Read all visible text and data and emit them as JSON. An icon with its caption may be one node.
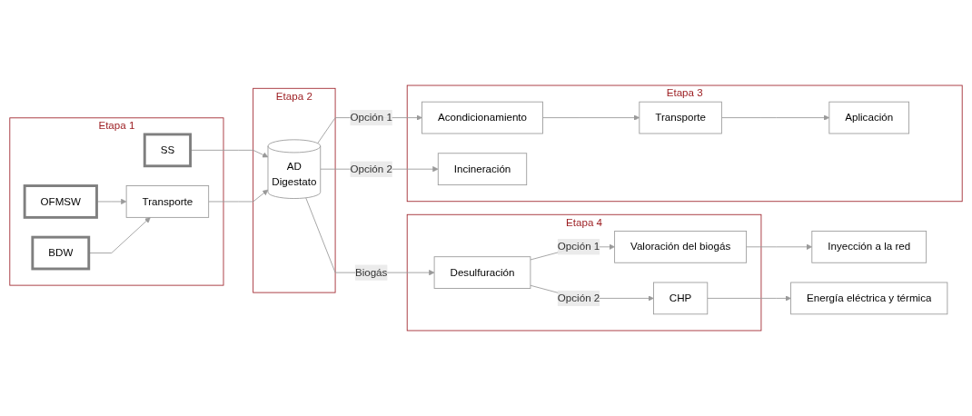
{
  "diagram": {
    "nodes": [
      {
        "text": [
          "Etapa 1"
        ]
      },
      {
        "text": [
          "SS"
        ],
        "in": 0
      },
      {
        "text": [
          "OFMSW"
        ],
        "in": 0
      },
      {
        "text": [
          "BDW"
        ],
        "in": 0
      },
      {
        "text": [
          "Transporte"
        ],
        "in": 0
      },
      {
        "text": [
          "Etapa 2"
        ]
      },
      {
        "text": [
          "AD",
          "Digestato"
        ],
        "in": 5
      },
      {
        "text": [
          "Etapa 4"
        ]
      },
      {
        "text": [
          "Desulfuración"
        ],
        "in": 7
      },
      {
        "text": [
          "Valoración del biogás"
        ],
        "in": 7
      },
      {
        "text": [
          "CHP"
        ],
        "in": 7
      },
      {
        "text": [
          "Inyección a la red"
        ]
      },
      {
        "text": [
          "Energía eléctrica y térmica"
        ]
      },
      {
        "text": [
          "Etapa 3"
        ]
      },
      {
        "text": [
          "Acondicionamiento"
        ],
        "in": 13
      },
      {
        "text": [
          "Transporte"
        ],
        "in": 13
      },
      {
        "text": [
          "Aplicación"
        ],
        "in": 13
      },
      {
        "text": [
          "Incineración"
        ],
        "in": 13
      }
    ],
    "edges": [
      {
        "from": 1,
        "to": 6,
        "arrow": "to"
      },
      {
        "from": 2,
        "to": 4,
        "arrow": "to"
      },
      {
        "from": 3,
        "to": 4,
        "arrow": "to"
      },
      {
        "from": 4,
        "to": 6,
        "arrow": "to"
      },
      {
        "from": 6,
        "to": 8,
        "arrow": "to",
        "label": "Biogás"
      },
      {
        "from": 8,
        "to": 9,
        "arrow": "to",
        "label": "Opción 1"
      },
      {
        "from": 8,
        "to": 10,
        "arrow": "to",
        "label": "Opción 2"
      },
      {
        "from": 9,
        "to": 11,
        "arrow": "to"
      },
      {
        "from": 10,
        "to": 12,
        "arrow": "to"
      },
      {
        "from": 6,
        "to": 14,
        "arrow": "to",
        "label": "Opción 1"
      },
      {
        "from": 6,
        "to": 17,
        "arrow": "to",
        "label": "Opción 2"
      },
      {
        "from": 14,
        "to": 15,
        "arrow": "to"
      },
      {
        "from": 15,
        "to": 16,
        "arrow": "to"
      }
    ]
  }
}
